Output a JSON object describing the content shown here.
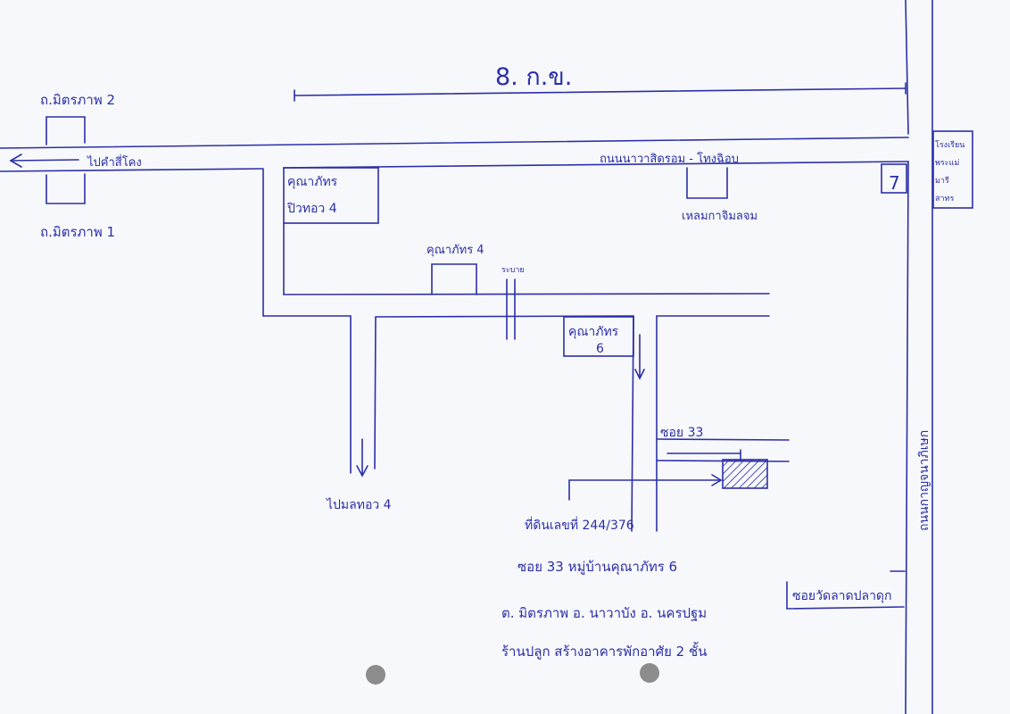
{
  "colors": {
    "paper": "#f7f8fb",
    "ink": "#2b2fa8",
    "hatch": "#2b2fa8",
    "punch_hole": "#8c8c8c"
  },
  "map": {
    "top_label": "8. ก.ข.",
    "top_left_label": "ถ.มิตรภาพ 2",
    "bottom_left_label": "ถ.มิตรภาพ 1",
    "west_road_arrow_label": "ไปคำสี่โคง",
    "main_road_label": "ถนนนาวาสิดรอม - โทงฉิอบ",
    "side_note": [
      "โรงเรียน",
      "พระแม่",
      "มารี",
      "สาทร"
    ],
    "corner_box_label": "7",
    "east_road_label": "ถนนกาญจนาภิเษก",
    "building_1": [
      "คุณาภัทร",
      "ปิวทอว 4"
    ],
    "label_under_small_box": "เหลมกาจิมลจม",
    "building_4_label": "คุณาภัทร 4",
    "canal_label": "ระบาย",
    "building_6": [
      "คุณาภัทร",
      "6"
    ],
    "soi_label": "ซอย 33",
    "south_arrow_label": "ไปมลทอว 4",
    "target_lot": "ที่ดินเลขที่ 244/376",
    "address_lines": [
      "ซอย 33 หมู่บ้านคุณาภัทร 6",
      "ต. มิตรภาพ  อ. นาวาบัง  อ. นครปฐม",
      "ร้านปลูก สร้างอาคารพักอาศัย 2 ชั้น"
    ],
    "bottom_right_label": "ซอยวัดลาดปลาดุก"
  }
}
